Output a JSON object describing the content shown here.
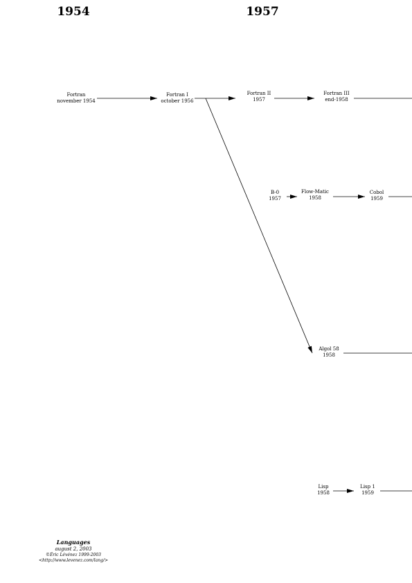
{
  "timeline": {
    "years": [
      "1954",
      "1957"
    ]
  },
  "nodes": [
    {
      "id": "fortran",
      "name": "Fortran",
      "date": "november 1954"
    },
    {
      "id": "fortran1",
      "name": "Fortran I",
      "date": "october 1956"
    },
    {
      "id": "fortran2",
      "name": "Fortran II",
      "date": "1957"
    },
    {
      "id": "fortran3",
      "name": "Fortran III",
      "date": "end-1958"
    },
    {
      "id": "b0",
      "name": "B-0",
      "date": "1957"
    },
    {
      "id": "flowmatic",
      "name": "Flow-Matic",
      "date": "1958"
    },
    {
      "id": "cobol",
      "name": "Cobol",
      "date": "1959"
    },
    {
      "id": "algol58",
      "name": "Algol 58",
      "date": "1958"
    },
    {
      "id": "lisp",
      "name": "Lisp",
      "date": "1958"
    },
    {
      "id": "lisp1",
      "name": "Lisp 1",
      "date": "1959"
    }
  ],
  "edges": [
    {
      "from": "fortran",
      "to": "fortran1"
    },
    {
      "from": "fortran1",
      "to": "fortran2"
    },
    {
      "from": "fortran2",
      "to": "fortran3"
    },
    {
      "from": "fortran1",
      "to": "algol58"
    },
    {
      "from": "b0",
      "to": "flowmatic"
    },
    {
      "from": "flowmatic",
      "to": "cobol"
    },
    {
      "from": "lisp",
      "to": "lisp1"
    }
  ],
  "credits": {
    "title": "Languages",
    "date": "august 2, 2003",
    "copyright": "©Éric Lévénez 1999-2003",
    "url": "<http://www.levenez.com/lang/>"
  }
}
